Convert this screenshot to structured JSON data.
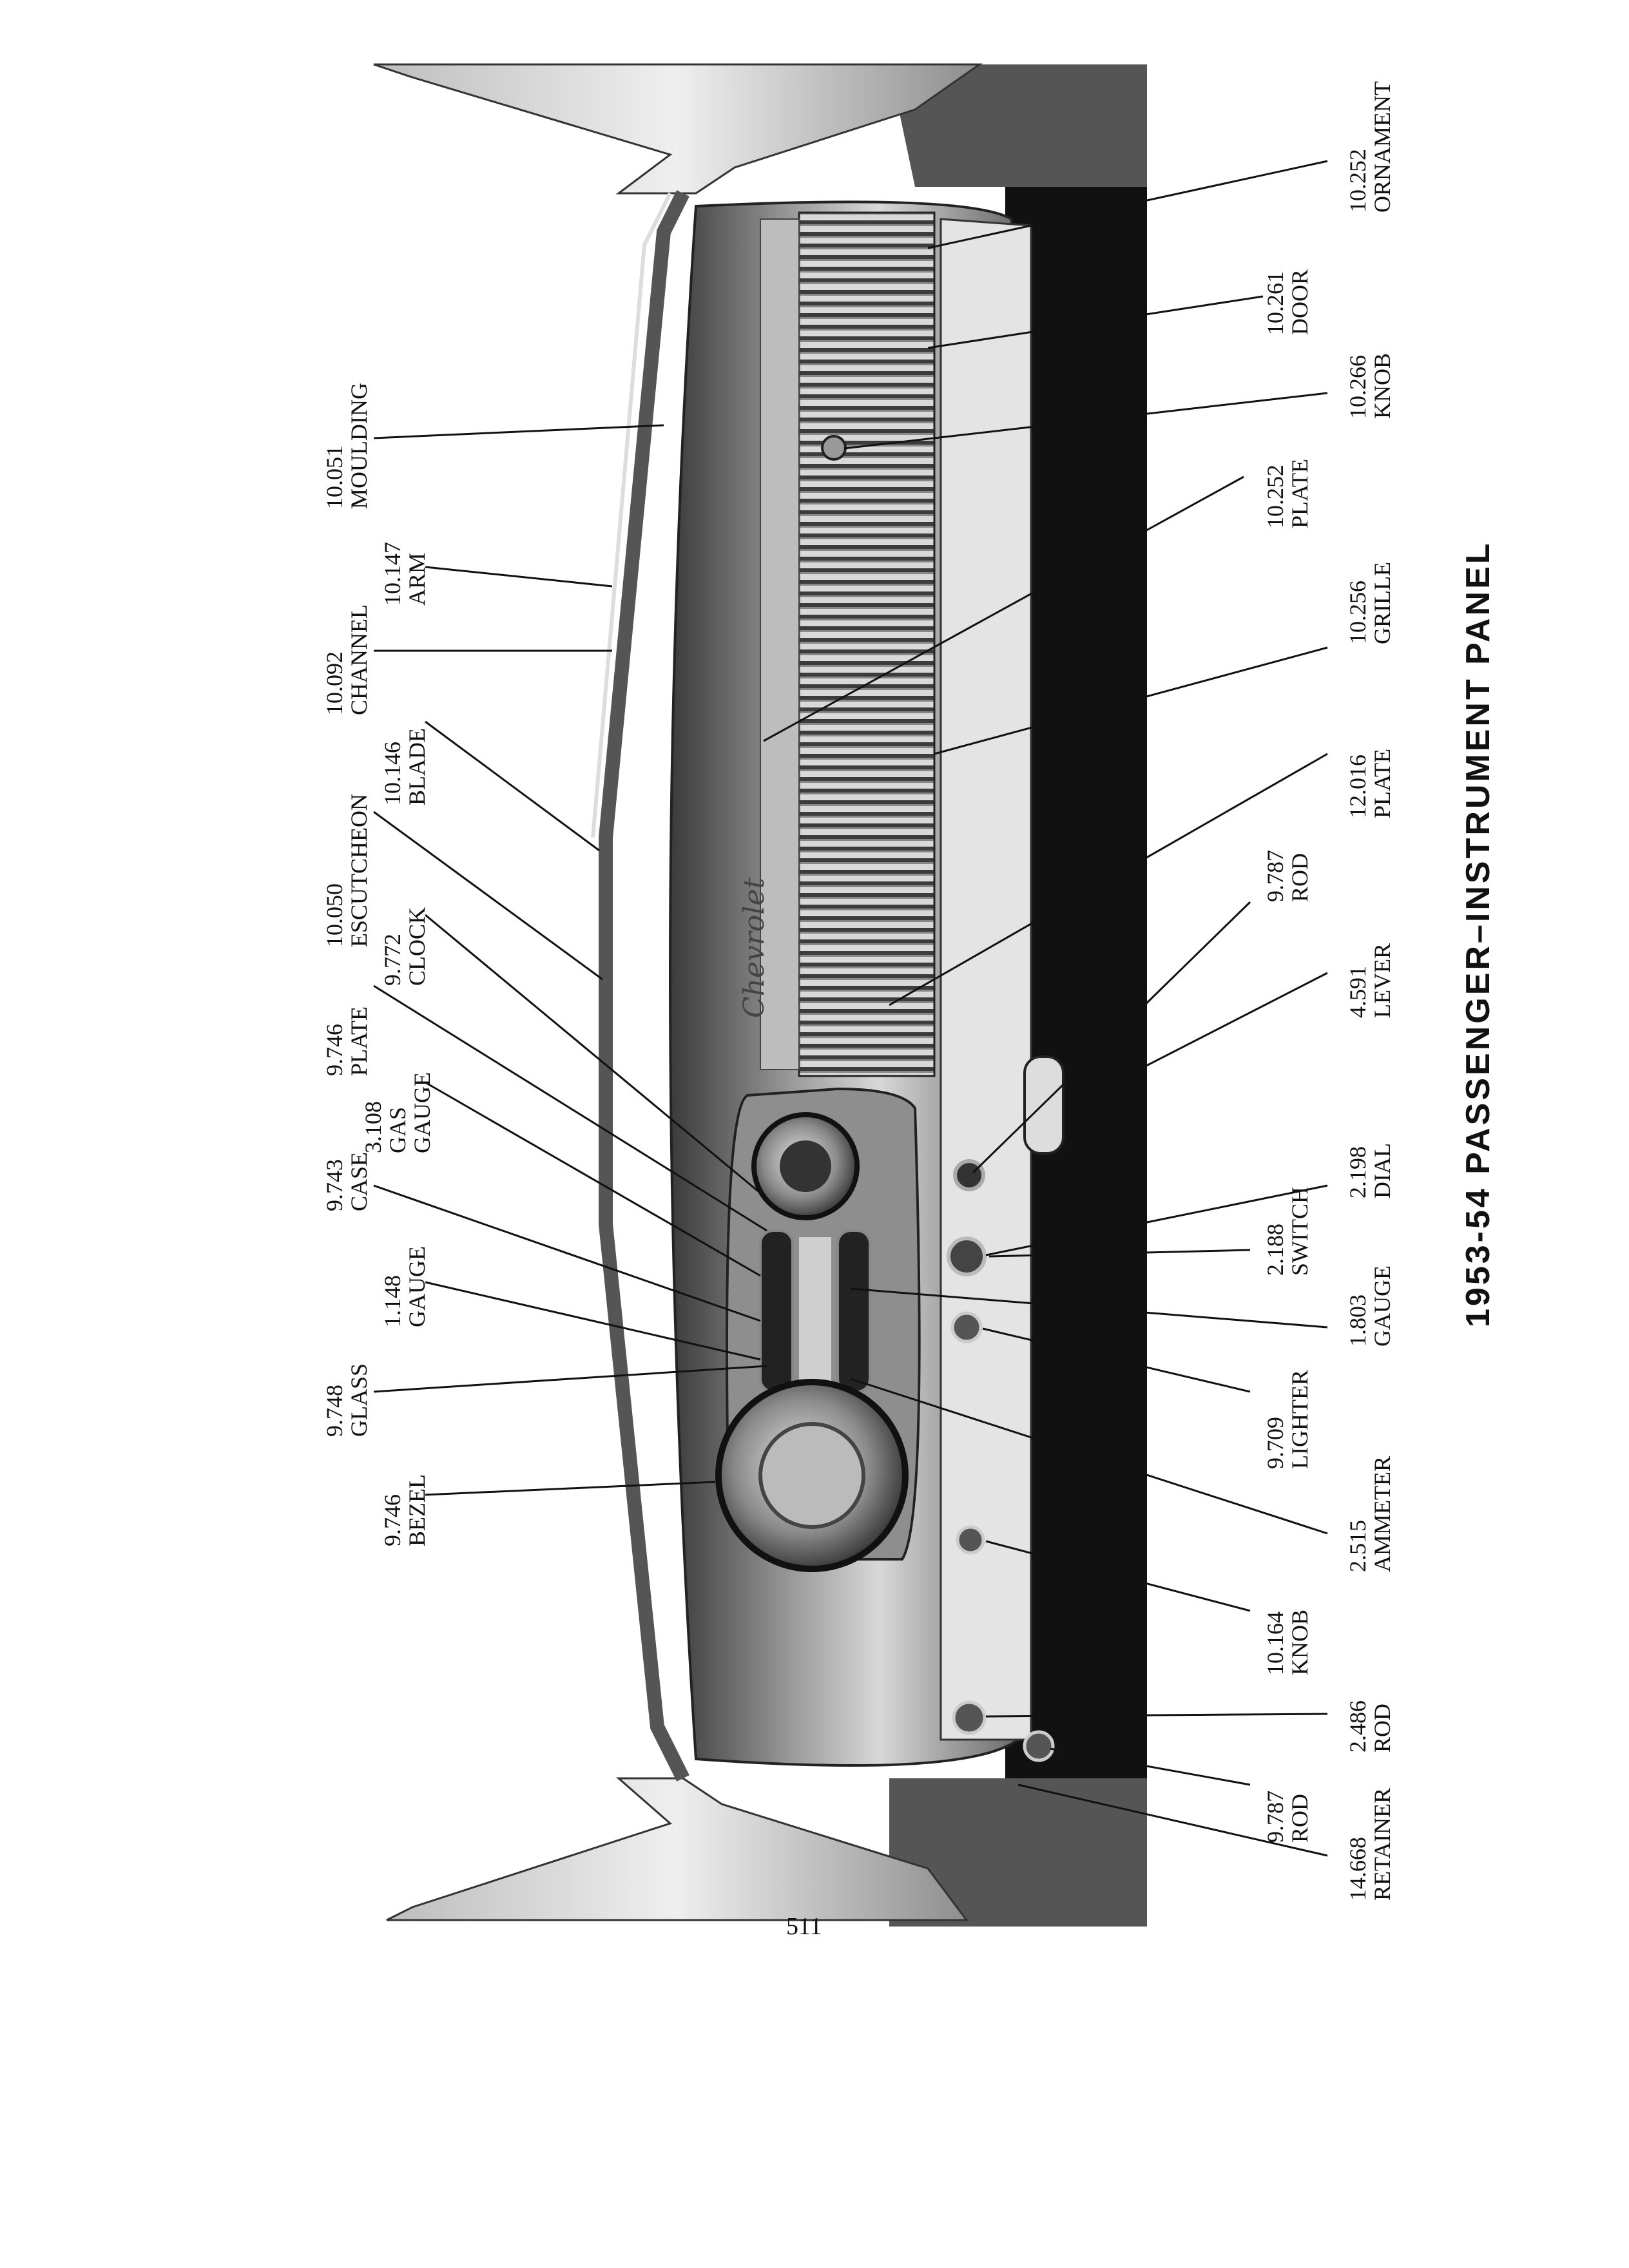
{
  "title": "1953-54 PASSENGER–INSTRUMENT PANEL",
  "page_number": "511",
  "callouts": [
    {
      "id": "ornament",
      "num": "10.252",
      "name": "ORNAMENT"
    },
    {
      "id": "door",
      "num": "10.261",
      "name": "DOOR"
    },
    {
      "id": "knob-glovebox",
      "num": "10.266",
      "name": "KNOB"
    },
    {
      "id": "plate-10252",
      "num": "10.252",
      "name": "PLATE"
    },
    {
      "id": "grille",
      "num": "10.256",
      "name": "GRILLE"
    },
    {
      "id": "plate-12016",
      "num": "12.016",
      "name": "PLATE"
    },
    {
      "id": "rod-9787-upper",
      "num": "9.787",
      "name": "ROD"
    },
    {
      "id": "lever",
      "num": "4.591",
      "name": "LEVER"
    },
    {
      "id": "dial",
      "num": "2.198",
      "name": "DIAL"
    },
    {
      "id": "switch",
      "num": "2.188",
      "name": "SWITCH"
    },
    {
      "id": "gauge-1803",
      "num": "1.803",
      "name": "GAUGE"
    },
    {
      "id": "lighter",
      "num": "9.709",
      "name": "LIGHTER"
    },
    {
      "id": "ammeter",
      "num": "2.515",
      "name": "AMMETER"
    },
    {
      "id": "knob-10164",
      "num": "10.164",
      "name": "KNOB"
    },
    {
      "id": "rod-2486",
      "num": "2.486",
      "name": "ROD"
    },
    {
      "id": "rod-9787-lower",
      "num": "9.787",
      "name": "ROD"
    },
    {
      "id": "retainer",
      "num": "14.668",
      "name": "RETAINER"
    },
    {
      "id": "moulding",
      "num": "10.051",
      "name": "MOULDING"
    },
    {
      "id": "arm",
      "num": "10.147",
      "name": "ARM"
    },
    {
      "id": "channel",
      "num": "10.092",
      "name": "CHANNEL"
    },
    {
      "id": "blade",
      "num": "10.146",
      "name": "BLADE"
    },
    {
      "id": "escutcheon",
      "num": "10.050",
      "name": "ESCUTCHEON"
    },
    {
      "id": "clock",
      "num": "9.772",
      "name": "CLOCK"
    },
    {
      "id": "plate-9746",
      "num": "9.746",
      "name": "PLATE"
    },
    {
      "id": "gas-gauge",
      "num": "3.108",
      "name": "GAS",
      "name2": "GAUGE"
    },
    {
      "id": "case",
      "num": "9.743",
      "name": "CASE"
    },
    {
      "id": "gauge-1148",
      "num": "1.148",
      "name": "GAUGE"
    },
    {
      "id": "glass",
      "num": "9.748",
      "name": "GLASS"
    },
    {
      "id": "bezel",
      "num": "9.746",
      "name": "BEZEL"
    }
  ]
}
